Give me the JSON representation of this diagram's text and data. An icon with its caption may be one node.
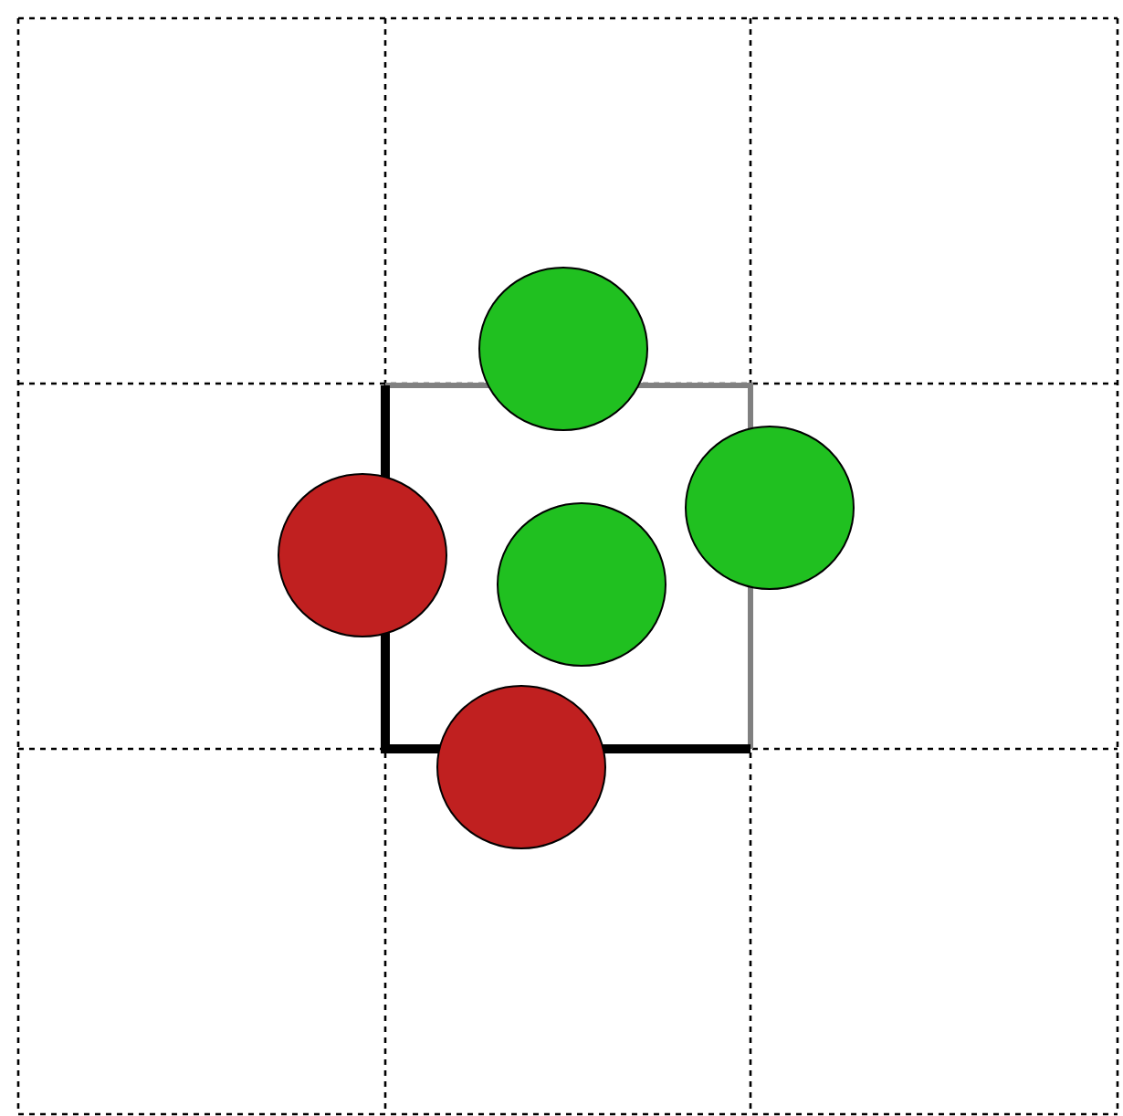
{
  "diagram": {
    "nodes": [
      {
        "text": [],
        "shape": "circle"
      },
      {
        "text": [],
        "shape": "box"
      },
      {
        "text": [],
        "shape": "circle"
      },
      {
        "text": [],
        "shape": "circle"
      },
      {
        "text": [],
        "shape": "circle",
        "in": 1
      },
      {
        "text": [],
        "shape": "circle"
      }
    ]
  }
}
